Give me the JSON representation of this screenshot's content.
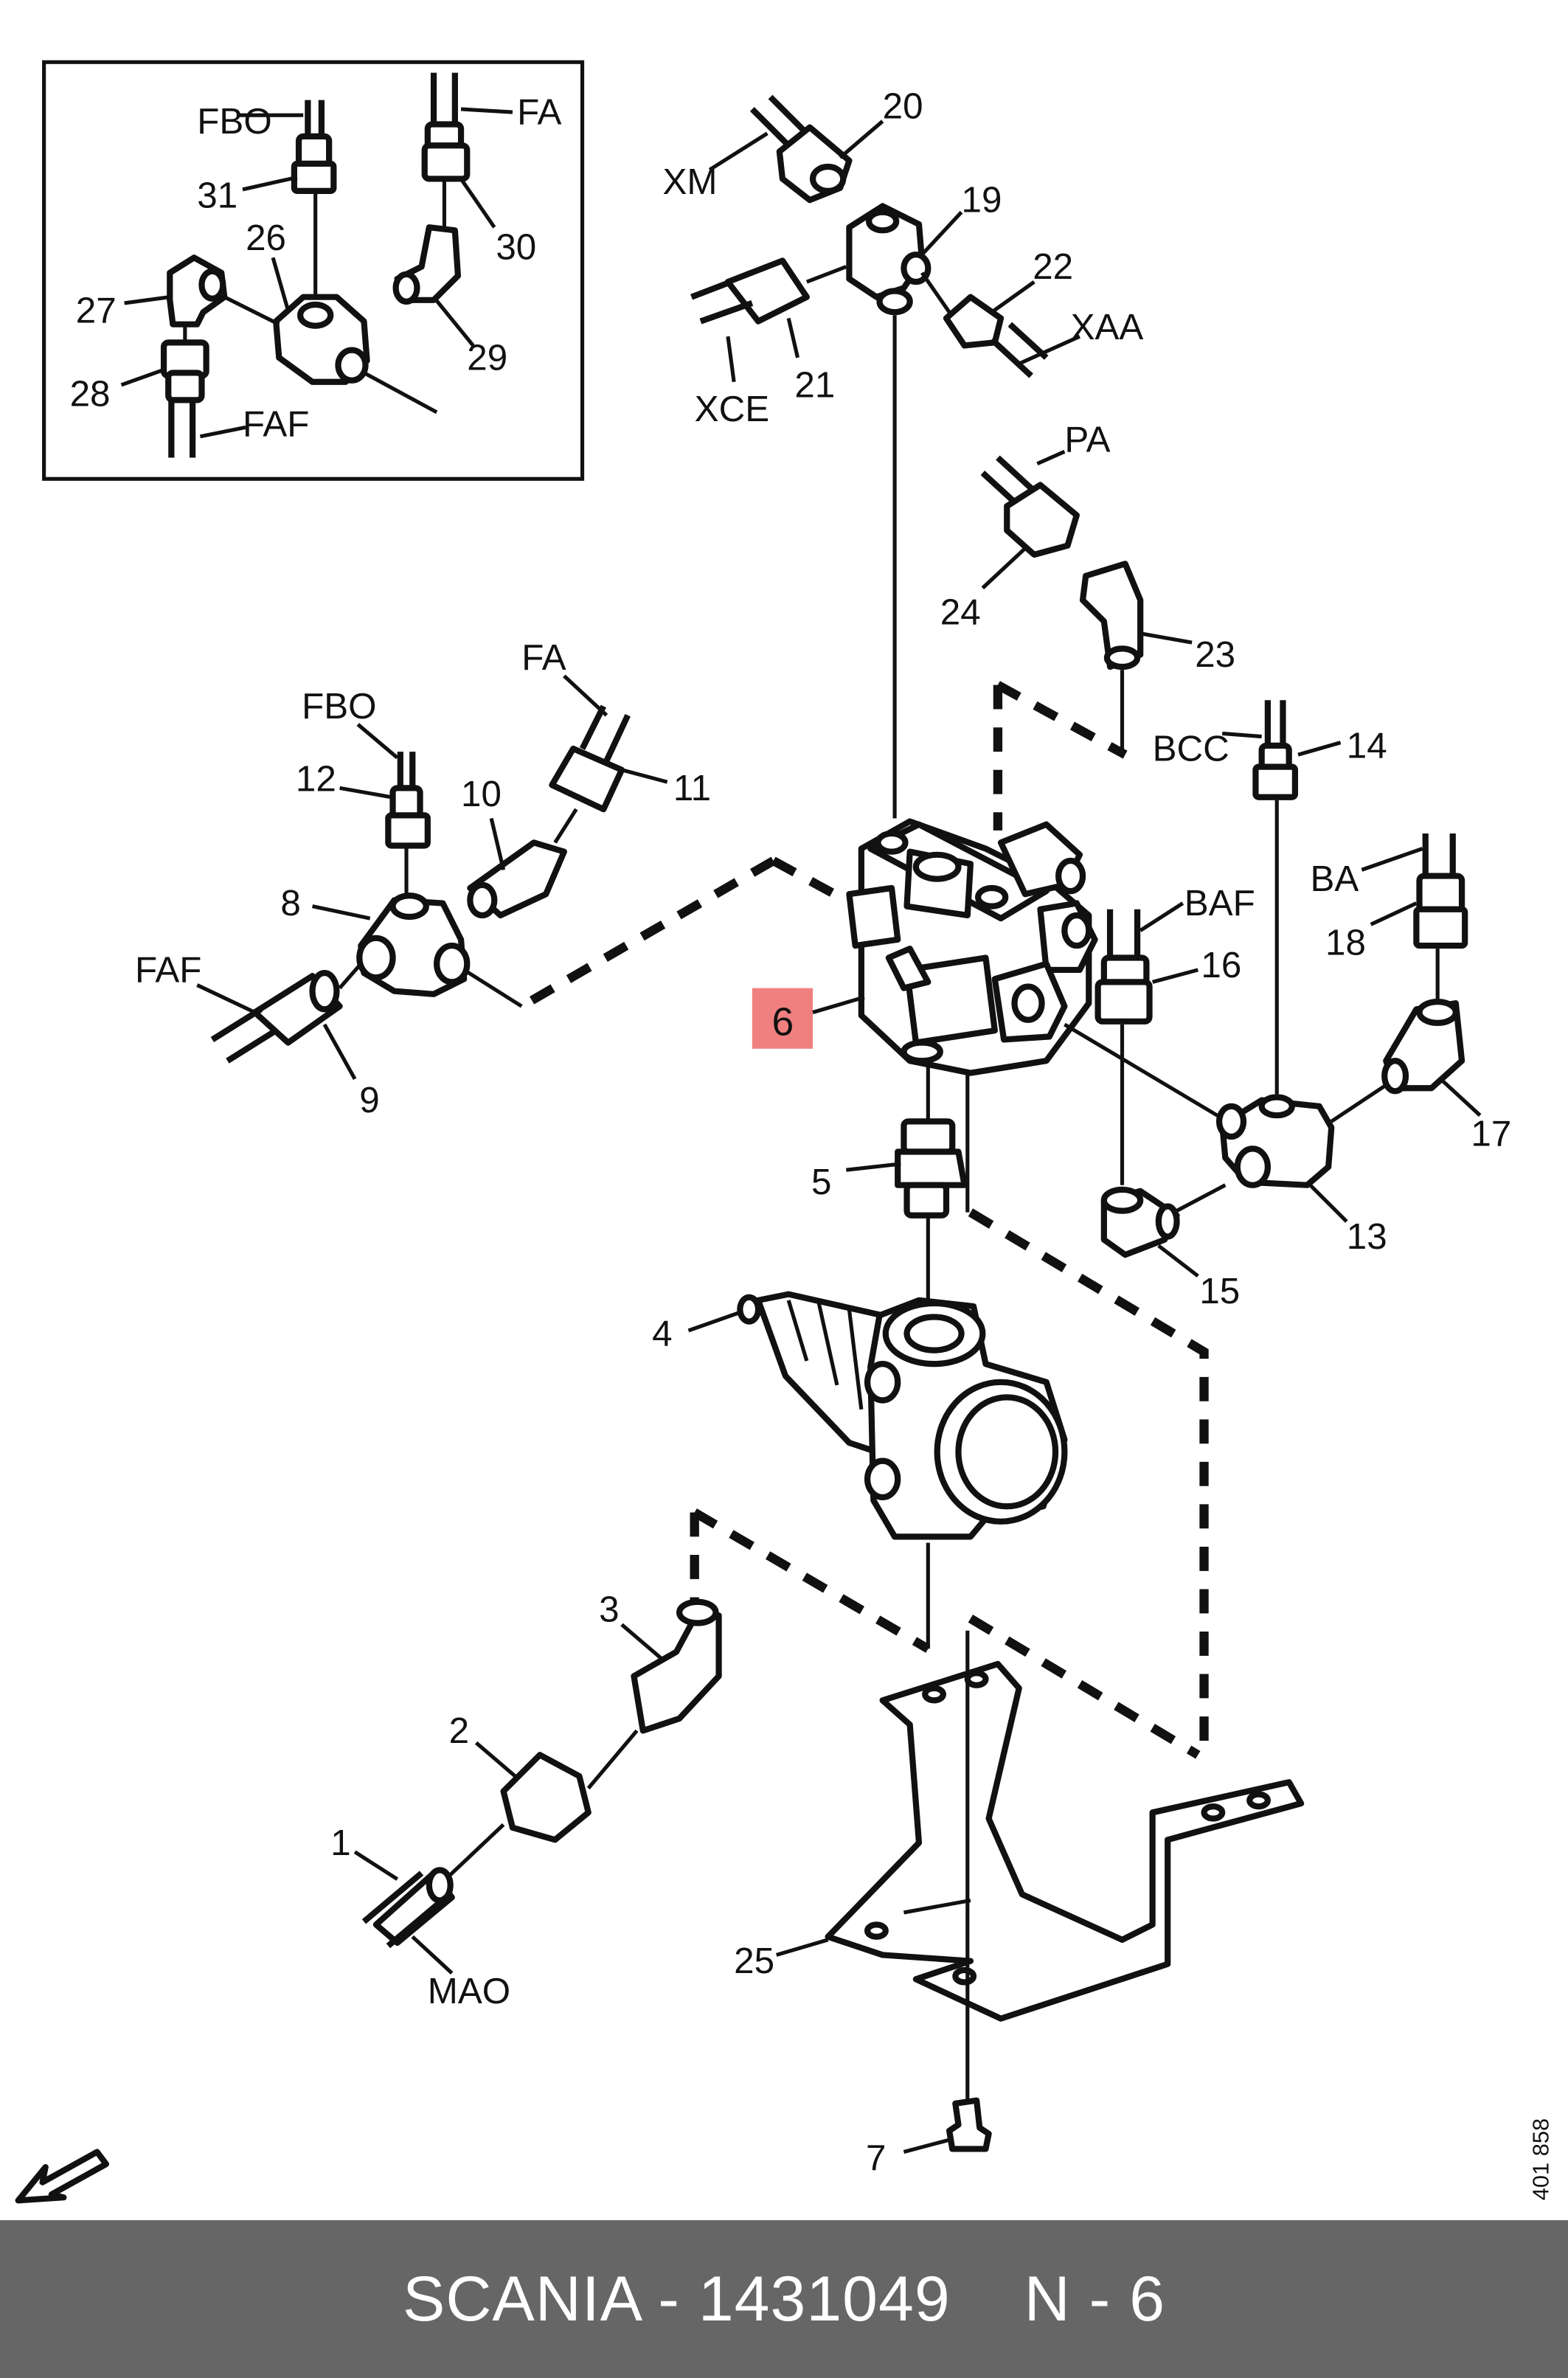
{
  "inset_labels": [
    {
      "id": "FBO",
      "text": "FBO"
    },
    {
      "id": "FA",
      "text": "FA"
    },
    {
      "id": "31",
      "text": "31"
    },
    {
      "id": "26",
      "text": "26"
    },
    {
      "id": "30",
      "text": "30"
    },
    {
      "id": "27",
      "text": "27"
    },
    {
      "id": "29",
      "text": "29"
    },
    {
      "id": "28",
      "text": "28"
    },
    {
      "id": "FAF",
      "text": "FAF"
    }
  ],
  "main_labels": [
    {
      "id": "20",
      "text": "20"
    },
    {
      "id": "XM",
      "text": "XM"
    },
    {
      "id": "19",
      "text": "19"
    },
    {
      "id": "22",
      "text": "22"
    },
    {
      "id": "XAA",
      "text": "XAA"
    },
    {
      "id": "21",
      "text": "21"
    },
    {
      "id": "XCE",
      "text": "XCE"
    },
    {
      "id": "PA",
      "text": "PA"
    },
    {
      "id": "24",
      "text": "24"
    },
    {
      "id": "23",
      "text": "23"
    },
    {
      "id": "FA",
      "text": "FA"
    },
    {
      "id": "FBO",
      "text": "FBO"
    },
    {
      "id": "12",
      "text": "12"
    },
    {
      "id": "10",
      "text": "10"
    },
    {
      "id": "11",
      "text": "11"
    },
    {
      "id": "BCC",
      "text": "BCC"
    },
    {
      "id": "14",
      "text": "14"
    },
    {
      "id": "8",
      "text": "8"
    },
    {
      "id": "BA",
      "text": "BA"
    },
    {
      "id": "18",
      "text": "18"
    },
    {
      "id": "BAF",
      "text": "BAF"
    },
    {
      "id": "16",
      "text": "16"
    },
    {
      "id": "FAF",
      "text": "FAF"
    },
    {
      "id": "9",
      "text": "9"
    },
    {
      "id": "17",
      "text": "17"
    },
    {
      "id": "5",
      "text": "5"
    },
    {
      "id": "13",
      "text": "13"
    },
    {
      "id": "15",
      "text": "15"
    },
    {
      "id": "4",
      "text": "4"
    },
    {
      "id": "3",
      "text": "3"
    },
    {
      "id": "2",
      "text": "2"
    },
    {
      "id": "1",
      "text": "1"
    },
    {
      "id": "MAO",
      "text": "MAO"
    },
    {
      "id": "25",
      "text": "25"
    },
    {
      "id": "7",
      "text": "7"
    }
  ],
  "highlighted_part": {
    "text": "6",
    "color": "#f08080"
  },
  "drawing_number": "401 858",
  "footer": {
    "part_text": "SCANIA - 1431049",
    "position_text": "N - 6",
    "background_color": "#666666",
    "text_color": "#ffffff"
  }
}
